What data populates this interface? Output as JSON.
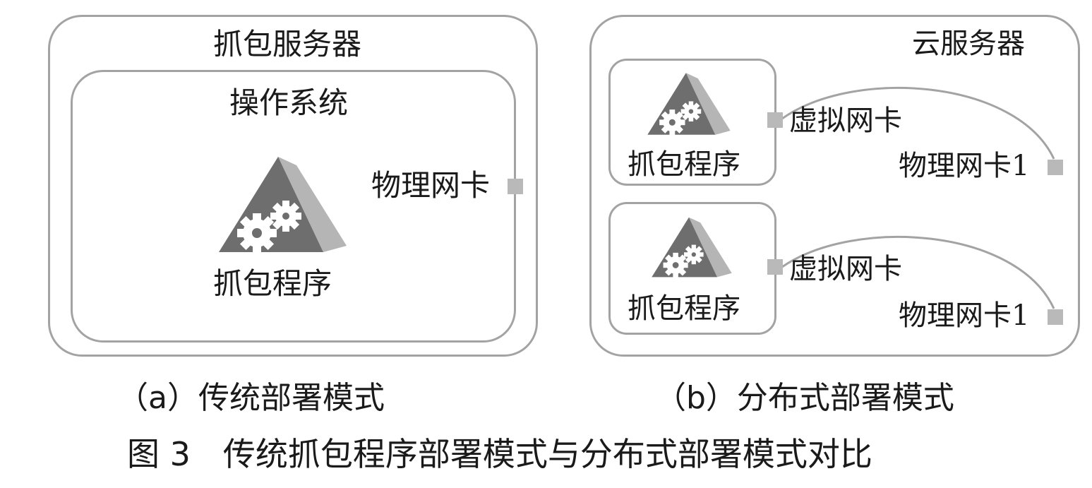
{
  "panel_a": {
    "server_label": "抓包服务器",
    "os_label": "操作系统",
    "program_label": "抓包程序",
    "nic_label": "物理网卡",
    "caption": "（a）传统部署模式"
  },
  "panel_b": {
    "server_label": "云服务器",
    "instances": [
      {
        "program_label": "抓包程序",
        "vnic_label": "虚拟网卡",
        "pnic_label": "物理网卡1"
      },
      {
        "program_label": "抓包程序",
        "vnic_label": "虚拟网卡",
        "pnic_label": "物理网卡1"
      }
    ],
    "caption": "（b）分布式部署模式"
  },
  "figure_caption": "图 3　传统抓包程序部署模式与分布式部署模式对比",
  "colors": {
    "border": "#a3a3a3",
    "port": "#b9b9b9",
    "pyramid_dark": "#6e6e6e",
    "pyramid_light": "#b5b5b5",
    "gear": "#ffffff"
  },
  "icons": [
    "pyramid-gears-icon"
  ]
}
